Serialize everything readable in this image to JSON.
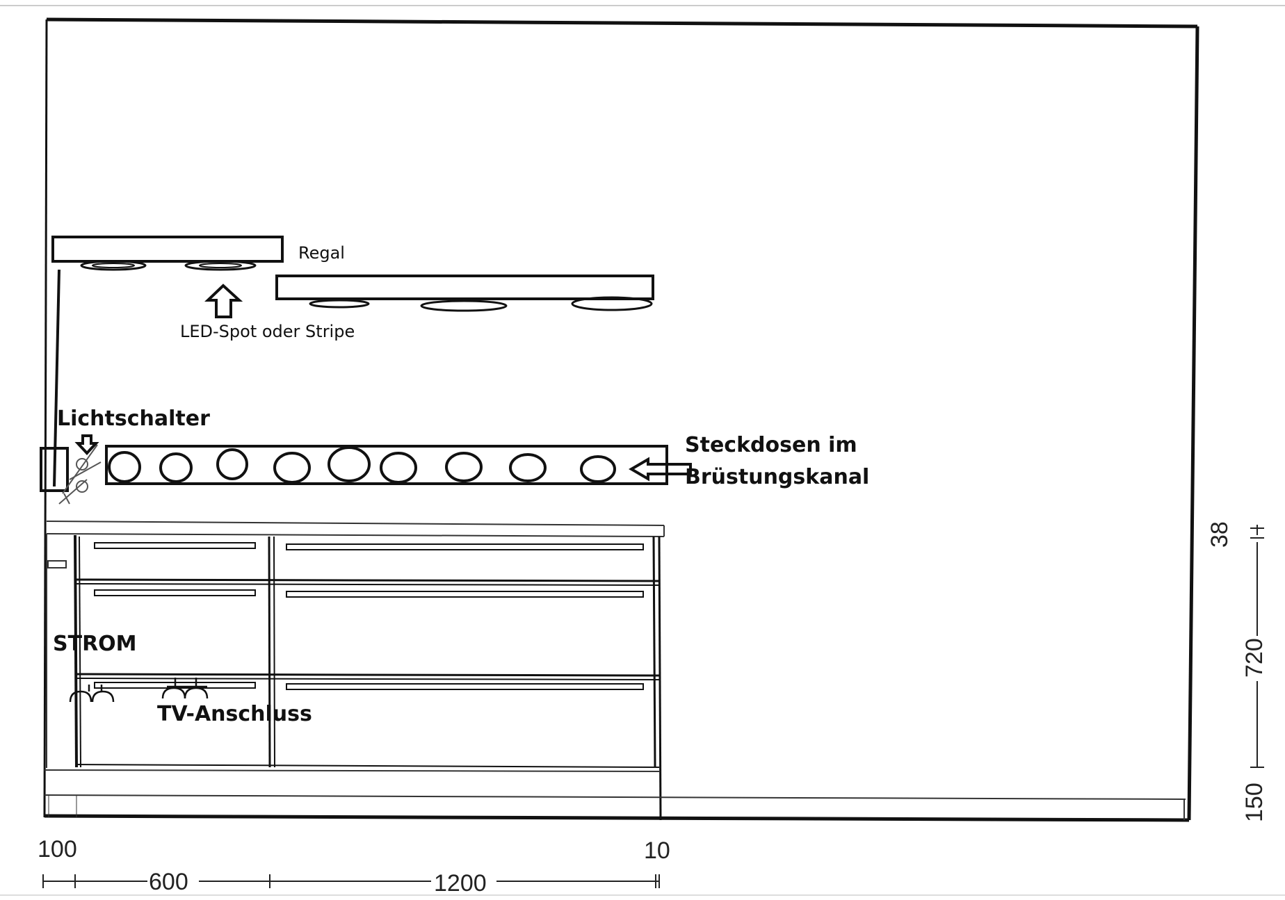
{
  "labels": {
    "regal": "Regal",
    "led": "LED-Spot oder Stripe",
    "lichtschalter": "Lichtschalter",
    "steckdosen_line1": "Steckdosen im",
    "steckdosen_line2": "Brüstungskanal",
    "strom": "STROM",
    "tv": "TV-Anschluss"
  },
  "dimensions": {
    "bottom_top": [
      "100",
      "10"
    ],
    "bottom_bottom": [
      "600",
      "1200"
    ],
    "right": [
      "38",
      "720",
      "150"
    ]
  }
}
